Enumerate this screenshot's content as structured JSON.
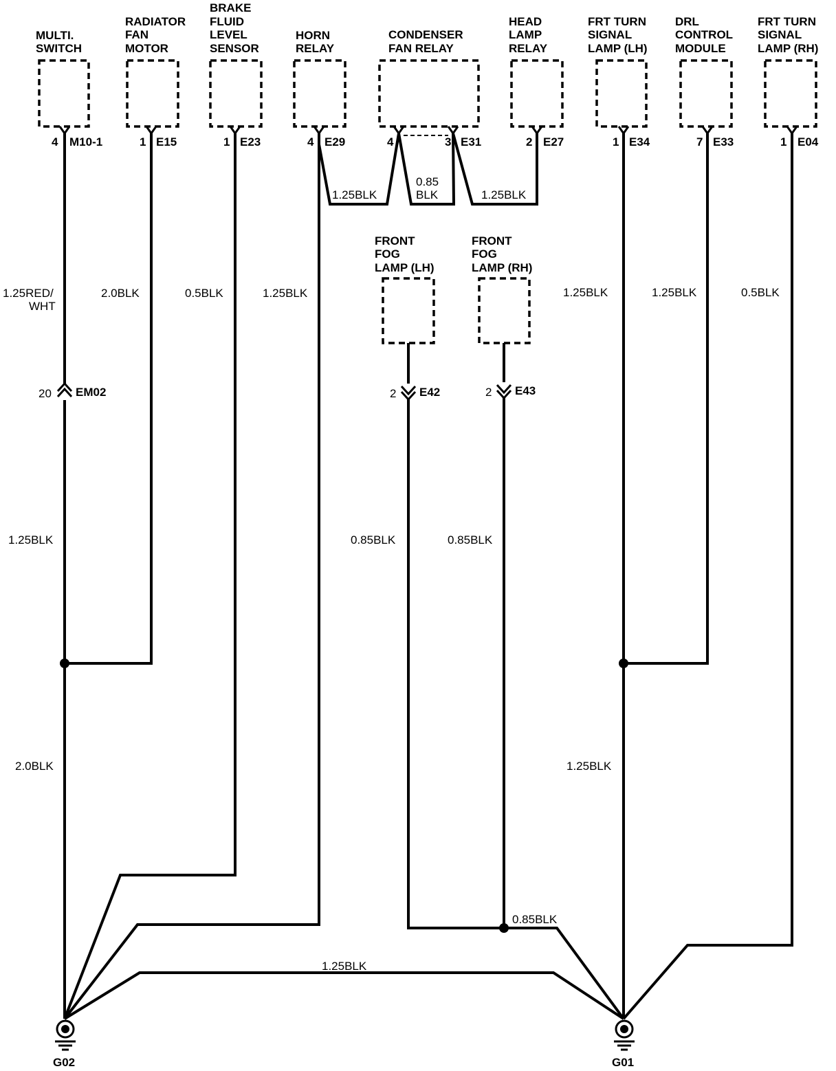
{
  "components": [
    {
      "id": "multi_switch",
      "lines": [
        "MULTI.",
        "SWITCH"
      ],
      "pin": "4",
      "connector": "M10-1",
      "wire": [
        "1.25RED/",
        "WHT"
      ]
    },
    {
      "id": "radiator_fan_motor",
      "lines": [
        "RADIATOR",
        "FAN",
        "MOTOR"
      ],
      "pin": "1",
      "connector": "E15",
      "wire": [
        "2.0BLK"
      ]
    },
    {
      "id": "brake_fluid_level_sensor",
      "lines": [
        "BRAKE",
        "FLUID",
        "LEVEL",
        "SENSOR"
      ],
      "pin": "1",
      "connector": "E23",
      "wire": [
        "0.5BLK"
      ]
    },
    {
      "id": "horn_relay",
      "lines": [
        "HORN",
        "RELAY"
      ],
      "pin": "4",
      "connector": "E29",
      "wire": [
        "1.25BLK"
      ]
    },
    {
      "id": "condenser_fan_relay",
      "lines": [
        "CONDENSER",
        "FAN RELAY"
      ],
      "pin": "4",
      "pin2": "3",
      "connector": "E31"
    },
    {
      "id": "head_lamp_relay",
      "lines": [
        "HEAD",
        "LAMP",
        "RELAY"
      ],
      "pin": "2",
      "connector": "E27"
    },
    {
      "id": "frt_turn_signal_lh",
      "lines": [
        "FRT TURN",
        "SIGNAL",
        "LAMP (LH)"
      ],
      "pin": "1",
      "connector": "E34",
      "wire": [
        "1.25BLK"
      ]
    },
    {
      "id": "drl_control_module",
      "lines": [
        "DRL",
        "CONTROL",
        "MODULE"
      ],
      "pin": "7",
      "connector": "E33",
      "wire": [
        "1.25BLK"
      ]
    },
    {
      "id": "frt_turn_signal_rh",
      "lines": [
        "FRT TURN",
        "SIGNAL",
        "LAMP (RH)"
      ],
      "pin": "1",
      "connector": "E04",
      "wire": [
        "0.5BLK"
      ]
    },
    {
      "id": "front_fog_lamp_lh",
      "lines": [
        "FRONT",
        "FOG",
        "LAMP (LH)"
      ],
      "pin": "2",
      "connector": "E42",
      "wire": [
        "0.85BLK"
      ]
    },
    {
      "id": "front_fog_lamp_rh",
      "lines": [
        "FRONT",
        "FOG",
        "LAMP (RH)"
      ],
      "pin": "2",
      "connector": "E43",
      "wire": [
        "0.85BLK"
      ]
    }
  ],
  "jumpers": {
    "left": "1.25BLK",
    "middle": [
      "0.85",
      "BLK"
    ],
    "right": "1.25BLK"
  },
  "inline_connector": {
    "pin": "20",
    "name": "EM02"
  },
  "wires": {
    "multi_lower": "1.25BLK",
    "g02_trunk": "2.0BLK",
    "g01_trunk": "1.25BLK",
    "fog_join": "0.85BLK",
    "cross_ground": "1.25BLK"
  },
  "grounds": {
    "left": "G02",
    "right": "G01"
  }
}
